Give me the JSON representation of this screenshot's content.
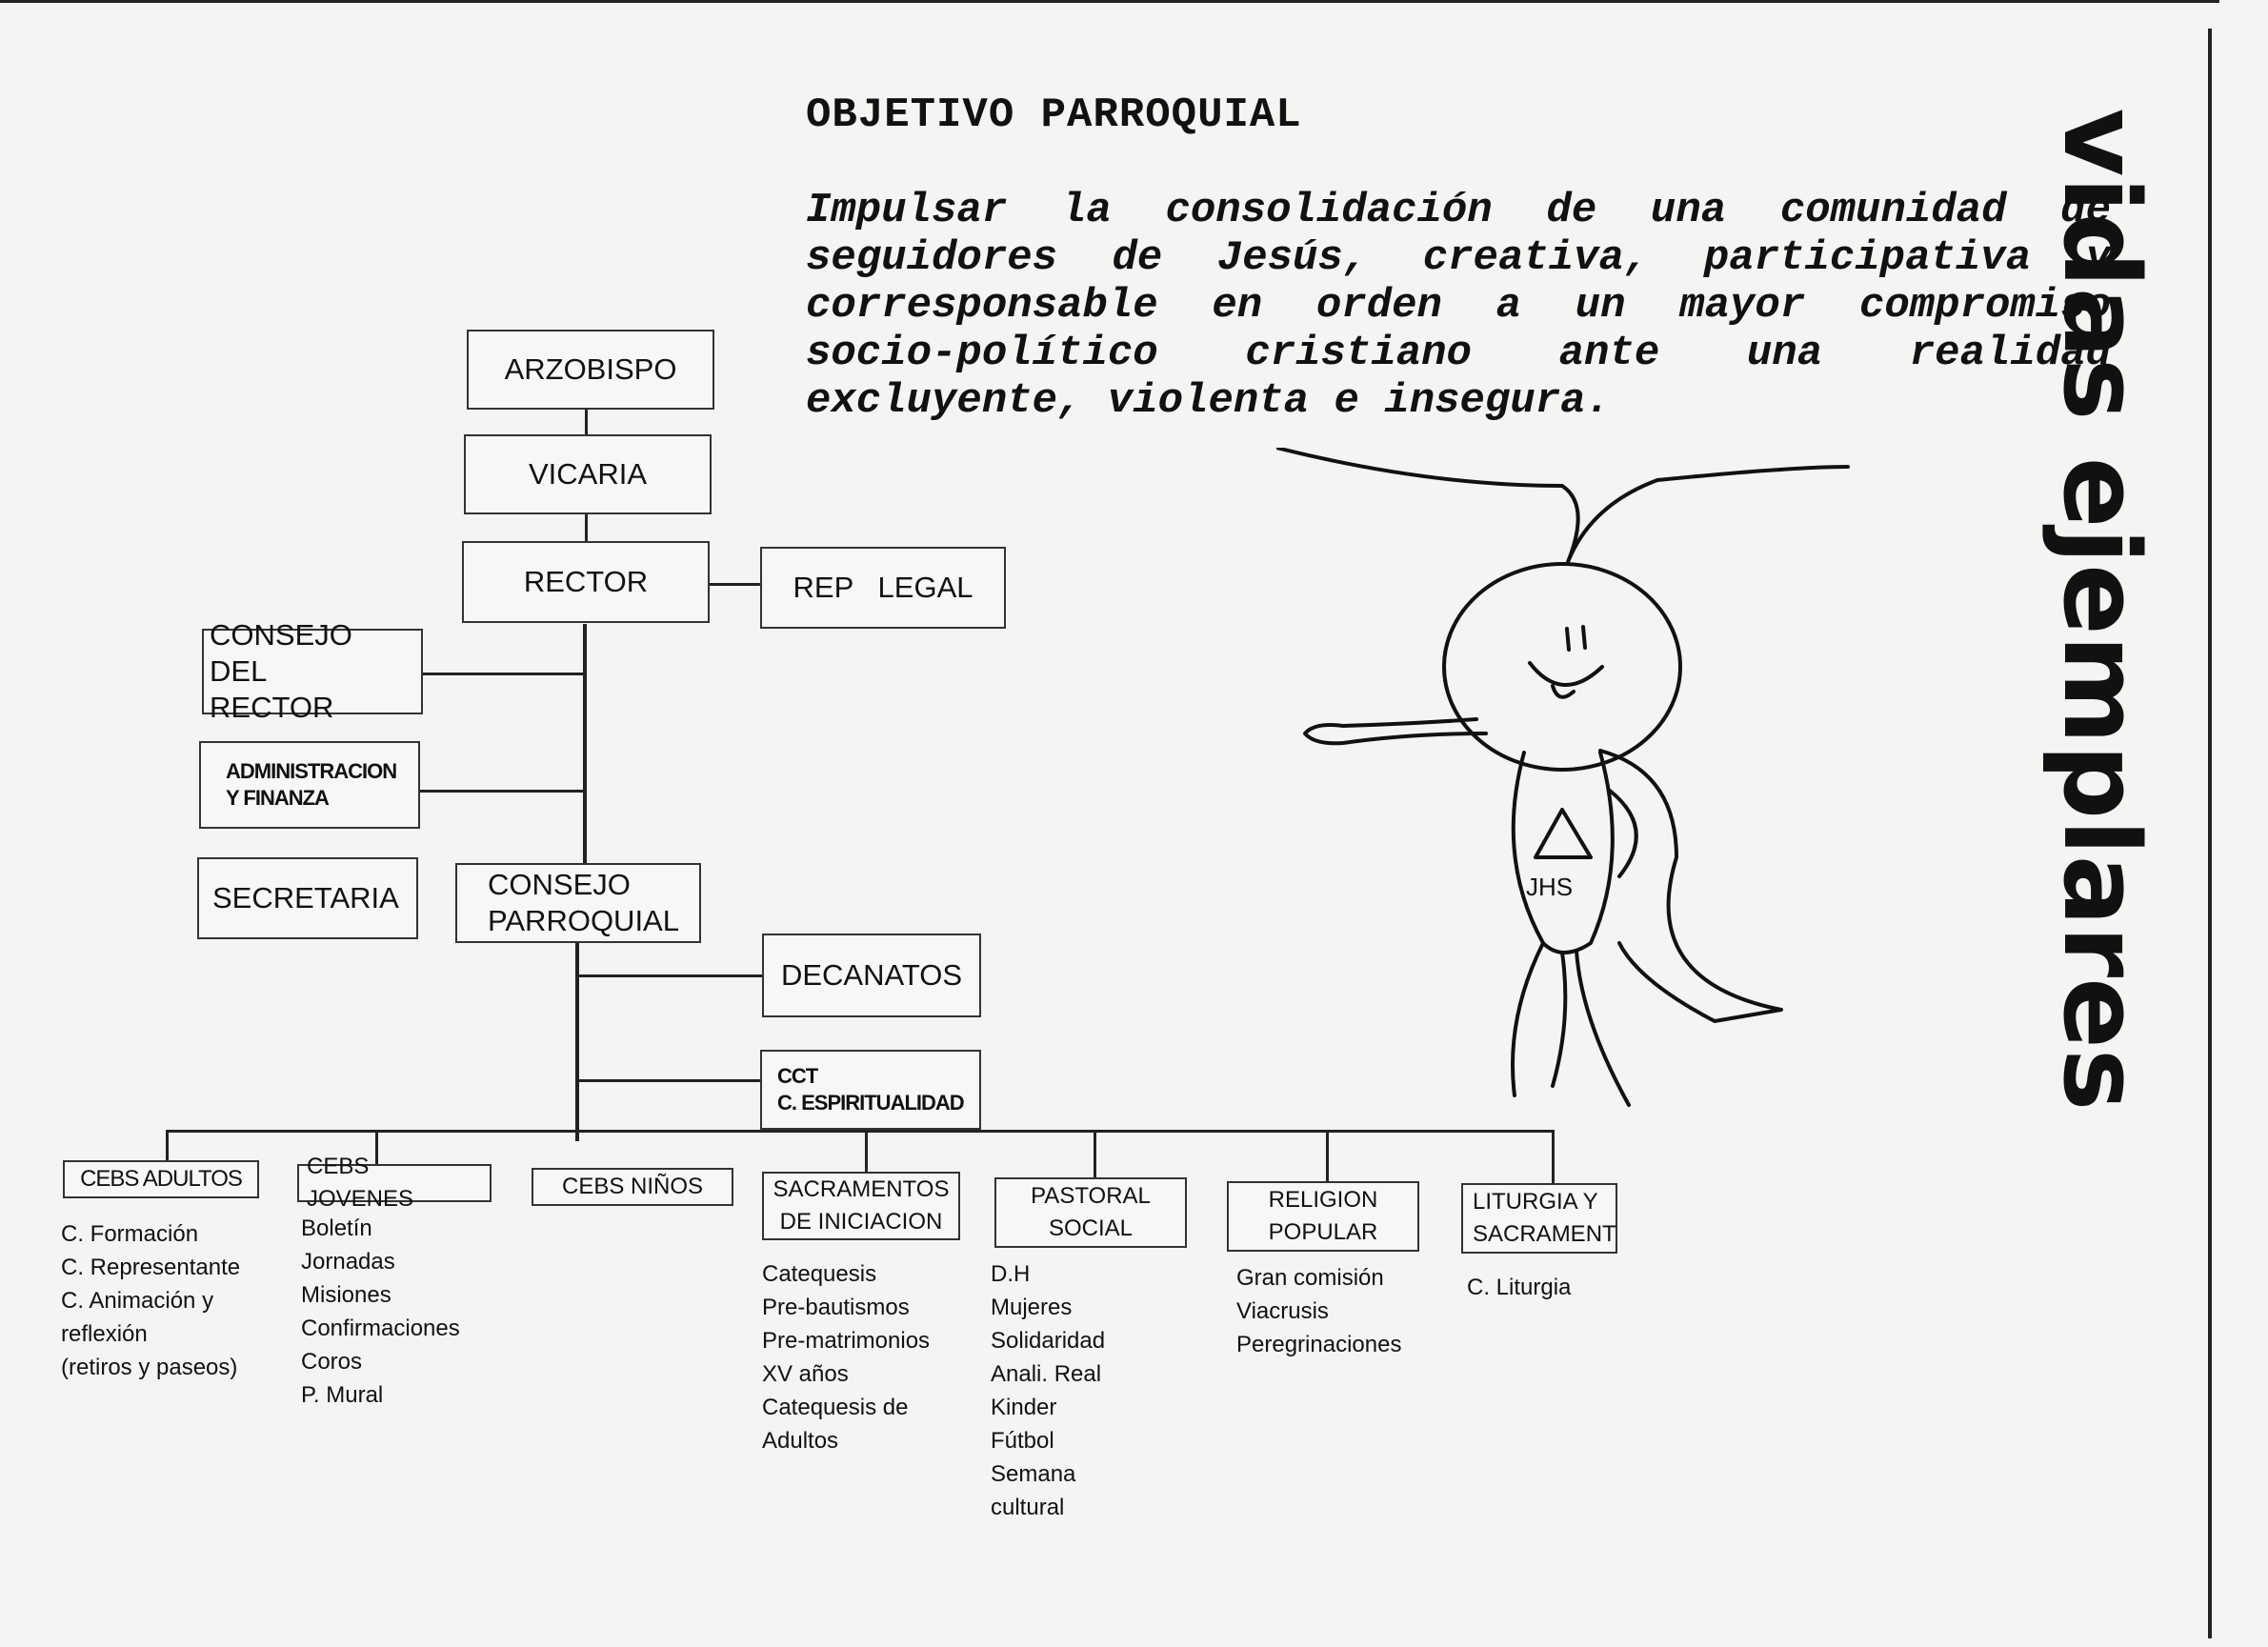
{
  "heading": "OBJETIVO PARROQUIAL",
  "objective": "Impulsar la consolidación de una comunidad de seguidores de Jesús, creativa, participativa y corresponsable en orden a un mayor compromiso socio-político cristiano ante una realidad excluyente, violenta e insegura.",
  "side_label": "vidas ejemplares",
  "figure_badge": "JHS",
  "org_chart": {
    "arzobispo": "ARZOBISPO",
    "vicaria": "VICARIA",
    "rector": "RECTOR",
    "rep_legal": "REP   LEGAL",
    "consejo_rector": {
      "line1": "CONSEJO DEL",
      "line2": "RECTOR"
    },
    "administracion": {
      "line1": "ADMINISTRACION",
      "line2": "Y FINANZA"
    },
    "secretaria": "SECRETARIA",
    "consejo_parroquial": {
      "line1": "CONSEJO",
      "line2": "PARROQUIAL"
    },
    "decanatos": "DECANATOS",
    "cct": {
      "line1": "CCT",
      "line2": "C. ESPIRITUALIDAD"
    },
    "departments": [
      {
        "label": "CEBS ADULTOS",
        "items": [
          "C. Formación",
          "C. Representante",
          "C. Animación y",
          "reflexión",
          "(retiros y paseos)"
        ]
      },
      {
        "label": "CEBS JOVENES",
        "items": [
          "Boletín",
          "Jornadas",
          "Misiones",
          "Confirmaciones",
          "Coros",
          "P. Mural"
        ]
      },
      {
        "label": "CEBS NIÑOS",
        "items": []
      },
      {
        "label_line1": "SACRAMENTOS",
        "label_line2": "DE INICIACION",
        "items": [
          "Catequesis",
          "Pre-bautismos",
          "Pre-matrimonios",
          "XV años",
          "Catequesis de",
          "Adultos"
        ]
      },
      {
        "label_line1": "PASTORAL",
        "label_line2": "SOCIAL",
        "items": [
          "D.H",
          "Mujeres",
          "Solidaridad",
          "Anali. Real",
          "Kinder",
          "Fútbol",
          "Semana",
          "cultural"
        ]
      },
      {
        "label_line1": "RELIGION",
        "label_line2": "POPULAR",
        "items": [
          "Gran comisión",
          "Viacrusis",
          "Peregrinaciones"
        ]
      },
      {
        "label_line1": "LITURGIA Y",
        "label_line2": "SACRAMENT",
        "items": [
          "C. Liturgia"
        ]
      }
    ]
  }
}
